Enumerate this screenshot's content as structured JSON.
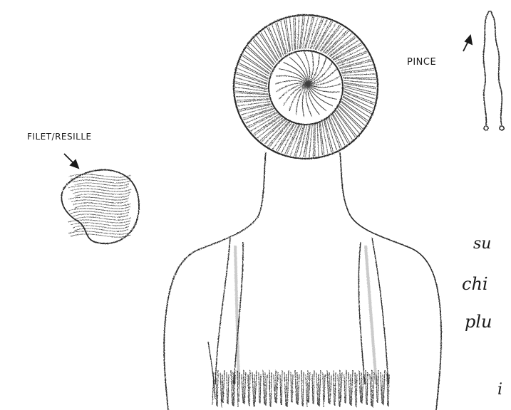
{
  "labels": {
    "pince": "PINCE",
    "filet": "FILET/RESILLE"
  },
  "edge_text": {
    "line1": "su",
    "line2": "chi",
    "line3": "plu",
    "line4": "i"
  },
  "colors": {
    "ink": "#1a1a1a",
    "paper": "#ffffff"
  }
}
